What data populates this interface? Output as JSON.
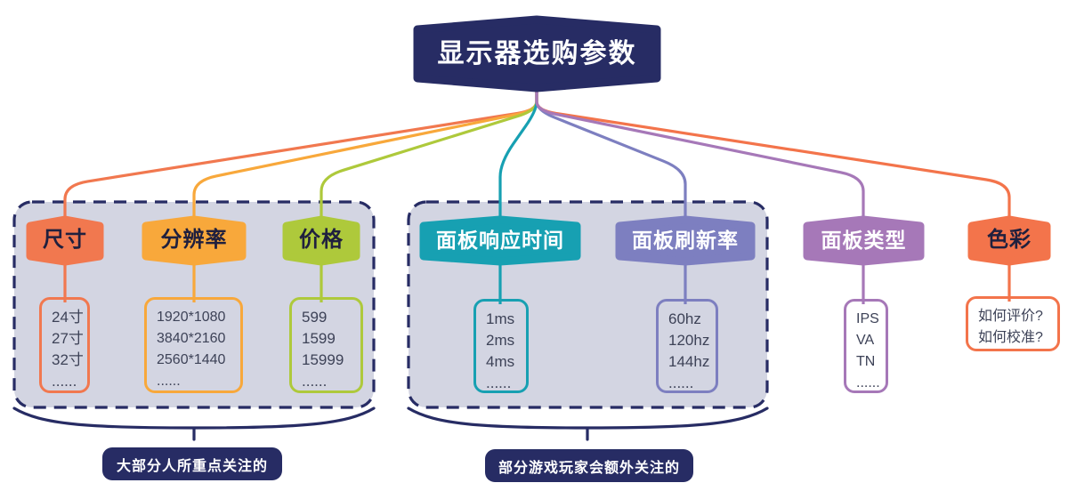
{
  "title": {
    "label": "显示器选购参数"
  },
  "branches": [
    {
      "id": "size",
      "label": "尺寸",
      "color": "#f1784f",
      "label_color": "#20203e",
      "items": [
        "24寸",
        "27寸",
        "32寸",
        "......"
      ]
    },
    {
      "id": "resolution",
      "label": "分辨率",
      "color": "#f8a83b",
      "label_color": "#20203e",
      "items": [
        "1920*1080",
        "3840*2160",
        "2560*1440",
        "......"
      ]
    },
    {
      "id": "price",
      "label": "价格",
      "color": "#aec93b",
      "label_color": "#20203e",
      "items": [
        "599",
        "1599",
        "15999",
        "......"
      ]
    },
    {
      "id": "response-time",
      "label": "面板响应时间",
      "color": "#17a0b2",
      "label_color": "#ffffff",
      "items": [
        "1ms",
        "2ms",
        "4ms",
        "......"
      ]
    },
    {
      "id": "refresh-rate",
      "label": "面板刷新率",
      "color": "#7d7fc0",
      "label_color": "#ffffff",
      "items": [
        "60hz",
        "120hz",
        "144hz",
        "......"
      ]
    },
    {
      "id": "panel-type",
      "label": "面板类型",
      "color": "#a678b8",
      "label_color": "#ffffff",
      "items": [
        "IPS",
        "VA",
        "TN",
        "......"
      ]
    },
    {
      "id": "color",
      "label": "色彩",
      "color": "#f3744b",
      "label_color": "#20203e",
      "items": [
        "如何评价?",
        "如何校准?"
      ]
    }
  ],
  "annotations": [
    {
      "label": "大部分人所重点关注的"
    },
    {
      "label": "部分游戏玩家会额外关注的"
    }
  ],
  "colors": {
    "canvas_bg": "#ffffff",
    "navy": "#272c64",
    "group_fill": "#d3d5e2",
    "leaf_text": "#3d4257",
    "title_text": "#ffffff"
  }
}
